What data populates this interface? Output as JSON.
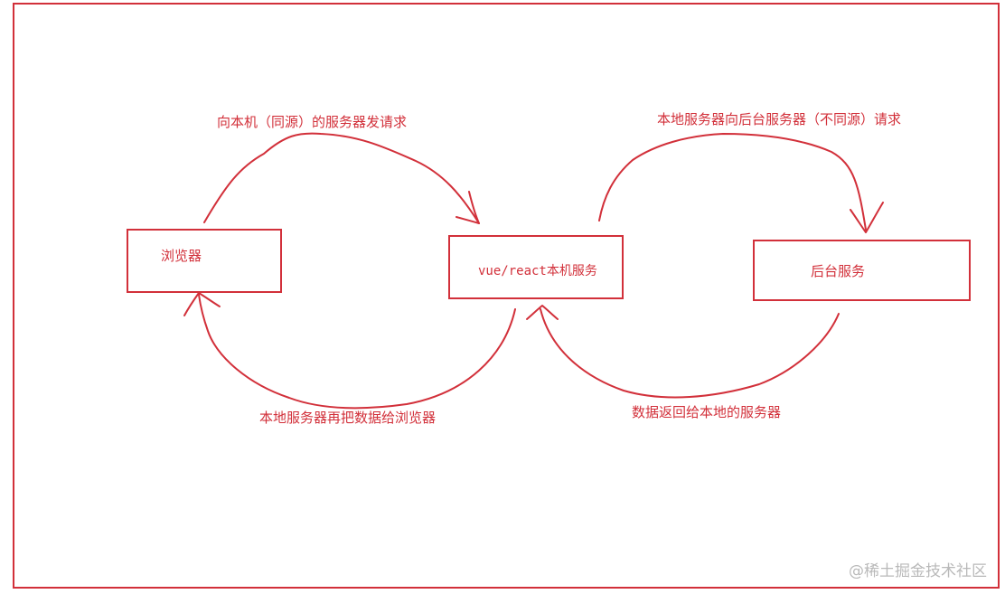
{
  "colors": {
    "ink": "#d2303a",
    "watermark": "#b9b9b9",
    "background": "#ffffff"
  },
  "nodes": {
    "browser": "浏览器",
    "local_server": "vue/react本机服务",
    "backend": "后台服务"
  },
  "edges": {
    "browser_to_local": "向本机（同源）的服务器发请求",
    "local_to_backend": "本地服务器向后台服务器（不同源）请求",
    "local_to_browser": "本地服务器再把数据给浏览器",
    "backend_to_local": "数据返回给本地的服务器"
  },
  "watermark": "@稀土掘金技术社区"
}
